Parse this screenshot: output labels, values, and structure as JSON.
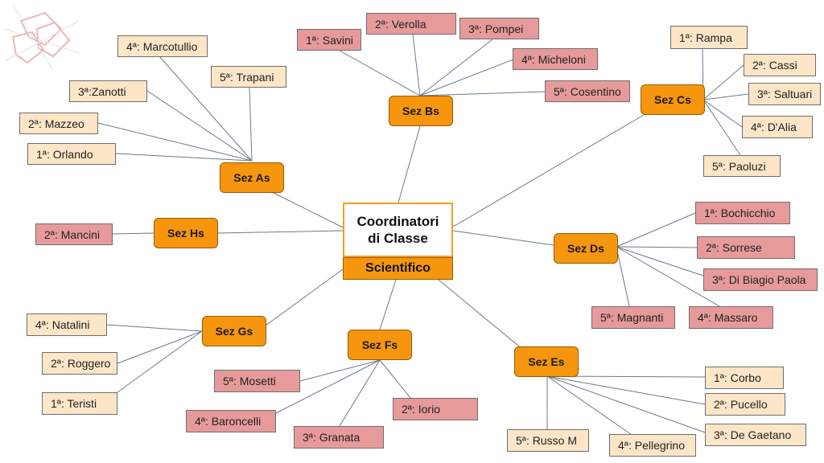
{
  "center": {
    "title_line1": "Coordinatori",
    "title_line2": "di Classe",
    "subtitle": "Scientifico"
  },
  "sections": {
    "as": "Sez As",
    "bs": "Sez Bs",
    "cs": "Sez Cs",
    "ds": "Sez Ds",
    "es": "Sez Es",
    "fs": "Sez Fs",
    "gs": "Sez Gs",
    "hs": "Sez Hs"
  },
  "as": {
    "c1": "1ª: Orlando",
    "c2": "2ª: Mazzeo",
    "c3": "3ª:Zanotti",
    "c4": "4ª: Marcotullio",
    "c5": "5ª: Trapani"
  },
  "bs": {
    "c1": "1ª: Savini",
    "c2": "2ª: Verolla",
    "c3": "3ª: Pompei",
    "c4": "4ª: Micheloni",
    "c5": "5ª: Cosentino"
  },
  "cs": {
    "c1": "1ª: Rampa",
    "c2": "2ª: Cassi",
    "c3": "3ª: Saltuari",
    "c4": "4ª: D'Alia",
    "c5": "5ª: Paoluzi"
  },
  "ds": {
    "c1": "1ª: Bochicchio",
    "c2": "2ª: Sorrese",
    "c3": "3ª: Di Biagio Paola",
    "c4": "4ª: Massaro",
    "c5": "5ª: Magnanti"
  },
  "es": {
    "c1": "1ª: Corbo",
    "c2": "2ª: Pucello",
    "c3": "3ª: De Gaetano",
    "c4": "4ª: Pellegrino",
    "c5": "5ª: Russo M"
  },
  "fs": {
    "c2": "2ª: Iorio",
    "c3": "3ª: Granata",
    "c4": "4ª: Baroncelli",
    "c5": "5ª: Mosetti"
  },
  "gs": {
    "c1": "1ª: Teristi",
    "c2": "2ª: Roggero",
    "c4": "4ª: Natalini"
  },
  "hs": {
    "c2": "2ª: Mancini"
  },
  "colors": {
    "section_fill": "#f5960e",
    "cream_box": "#fce6c7",
    "pink_box": "#e79a9a",
    "center_border": "#f0a020",
    "line": "#667b8c"
  }
}
